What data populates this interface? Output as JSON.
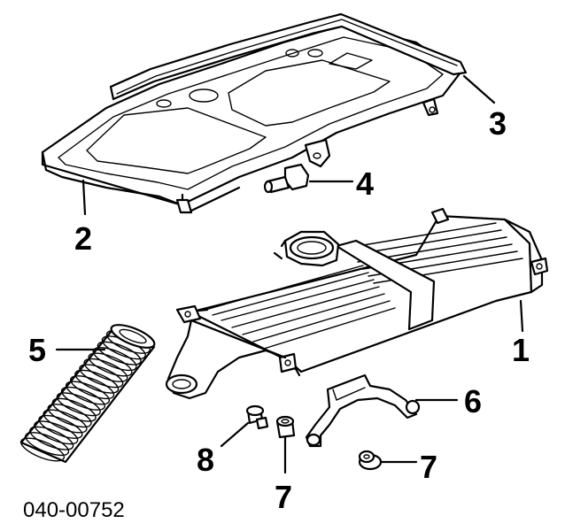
{
  "diagram": {
    "part_number": "040-00752",
    "callouts": [
      {
        "id": "c1",
        "label": "1"
      },
      {
        "id": "c2",
        "label": "2"
      },
      {
        "id": "c3",
        "label": "3"
      },
      {
        "id": "c4",
        "label": "4"
      },
      {
        "id": "c5",
        "label": "5"
      },
      {
        "id": "c6",
        "label": "6"
      },
      {
        "id": "c7a",
        "label": "7"
      },
      {
        "id": "c7b",
        "label": "7"
      },
      {
        "id": "c8",
        "label": "8"
      }
    ]
  }
}
